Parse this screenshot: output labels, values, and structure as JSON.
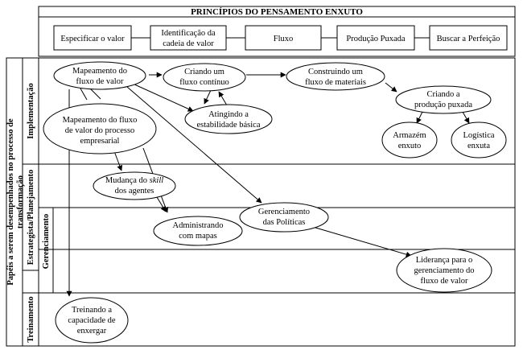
{
  "header": {
    "title": "PRINCÍPIOS DO PENSAMENTO ENXUTO",
    "principles": [
      {
        "id": "p1",
        "lines": [
          "Especificar o valor"
        ]
      },
      {
        "id": "p2",
        "lines": [
          "Identificação da",
          "cadeia de valor"
        ]
      },
      {
        "id": "p3",
        "lines": [
          "Fluxo"
        ]
      },
      {
        "id": "p4",
        "lines": [
          "Produção Puxada"
        ]
      },
      {
        "id": "p5",
        "lines": [
          "Buscar a Perfeição"
        ]
      }
    ]
  },
  "side_labels": {
    "outer": [
      "Papéis a serem desempenhados no processo de",
      "transformação"
    ],
    "implementacao": "Implementação",
    "estrategia": "Estrategista/Planejamento",
    "gerenciamento": "Gerenciamento",
    "treinamento": "Treinamento"
  },
  "nodes": {
    "n1": [
      "Mapeamento do",
      "fluxo de valor"
    ],
    "n2": [
      "Criando um",
      "fluxo contínuo"
    ],
    "n3": [
      "Construindo um",
      "fluxo de materiais"
    ],
    "n4": [
      "Criando a",
      "produção puxada"
    ],
    "n5": [
      "Atingindo a",
      "estabilidade básica"
    ],
    "n6": [
      "Mapeamento do fluxo",
      "de valor do processo",
      "empresarial"
    ],
    "n7": [
      "Armazém",
      "enxuto"
    ],
    "n8": [
      "Logística",
      "enxuta"
    ],
    "n9a": "Mudança do ",
    "n9b": "skill",
    "n9c": "dos agentes",
    "n10": [
      "Gerenciamento",
      "das Políticas"
    ],
    "n11": [
      "Administrando",
      "com mapas"
    ],
    "n12": [
      "Liderança para o",
      "gerenciamento do",
      "fluxo de valor"
    ],
    "n13": [
      "Treinando a",
      "capacidade de",
      "enxergar"
    ]
  }
}
